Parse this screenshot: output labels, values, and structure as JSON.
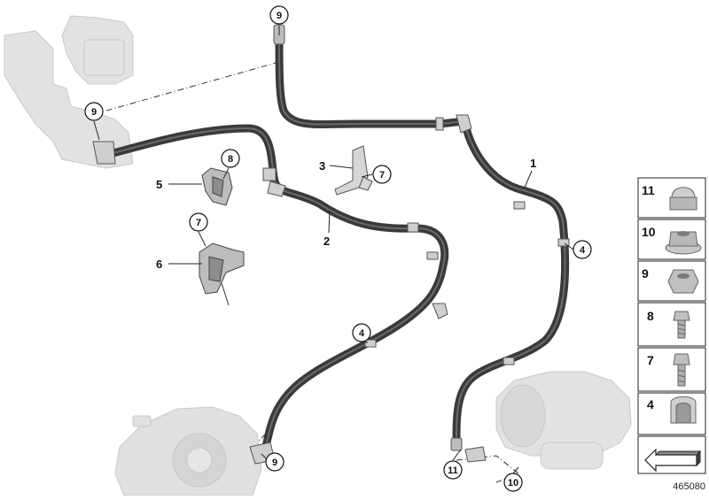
{
  "callouts": {
    "c1": "1",
    "c2": "2",
    "c3": "3",
    "c5": "5",
    "c6": "6",
    "c9_top": "9",
    "c9_left": "9",
    "c8": "8",
    "c7_a": "7",
    "c7_b": "7",
    "c4_right": "4",
    "c4_mid": "4",
    "c9_bottom": "9",
    "c11": "11",
    "c10": "10"
  },
  "parts_legend": [
    {
      "number": "11",
      "part": "cap-nut"
    },
    {
      "number": "10",
      "part": "hex-nut-flanged"
    },
    {
      "number": "9",
      "part": "hex-nut"
    },
    {
      "number": "8",
      "part": "screw-short"
    },
    {
      "number": "7",
      "part": "bolt"
    },
    {
      "number": "4",
      "part": "cable-clip"
    },
    {
      "number": "",
      "part": "arrow"
    }
  ],
  "reference_number": "465080",
  "colors": {
    "cable": "#3a3a3a",
    "ghost": "#d9d9d9",
    "ink": "#111111"
  }
}
